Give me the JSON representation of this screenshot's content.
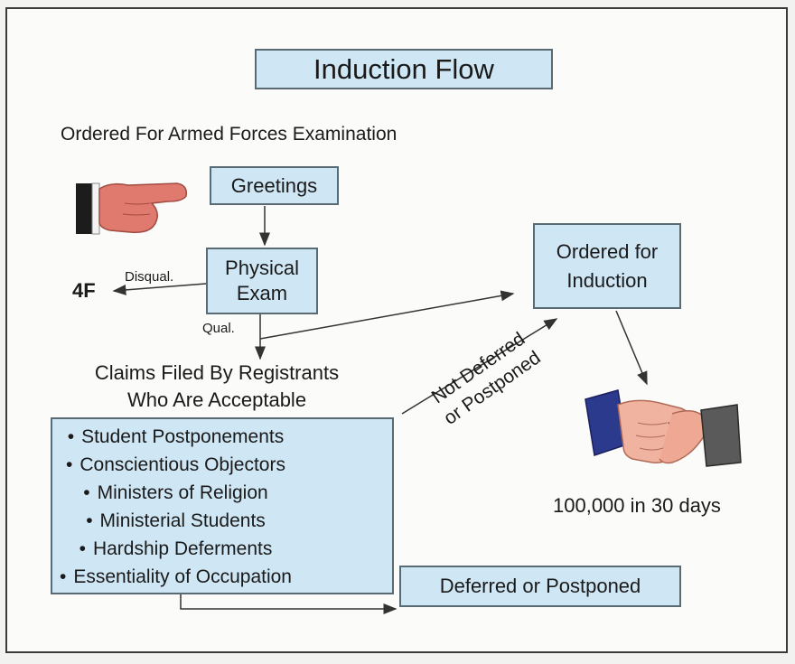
{
  "title": "Induction Flow",
  "header_text": "Ordered For Armed Forces Examination",
  "boxes": {
    "greetings": "Greetings",
    "physical_exam_line1": "Physical",
    "physical_exam_line2": "Exam",
    "ordered_line1": "Ordered for",
    "ordered_line2": "Induction",
    "deferred": "Deferred or Postponed"
  },
  "labels": {
    "fourf": "4F",
    "disqual": "Disqual.",
    "qual": "Qual.",
    "claims_line1": "Claims Filed By Registrants",
    "claims_line2": "Who Are Acceptable",
    "not_deferred_line1": "Not Deferred",
    "not_deferred_line2": "or Postponed",
    "count": "100,000 in 30 days"
  },
  "claims": [
    "Student Postponements",
    "Conscientious Objectors",
    "Ministers of Religion",
    "Ministerial Students",
    "Hardship Deferments",
    "Essentiality of Occupation"
  ],
  "icons": [
    "pointing-hand-icon",
    "handshake-icon"
  ],
  "colors": {
    "box_fill": "#cfe6f5",
    "box_border": "#5a6a72",
    "hand": "#e07a6e"
  }
}
